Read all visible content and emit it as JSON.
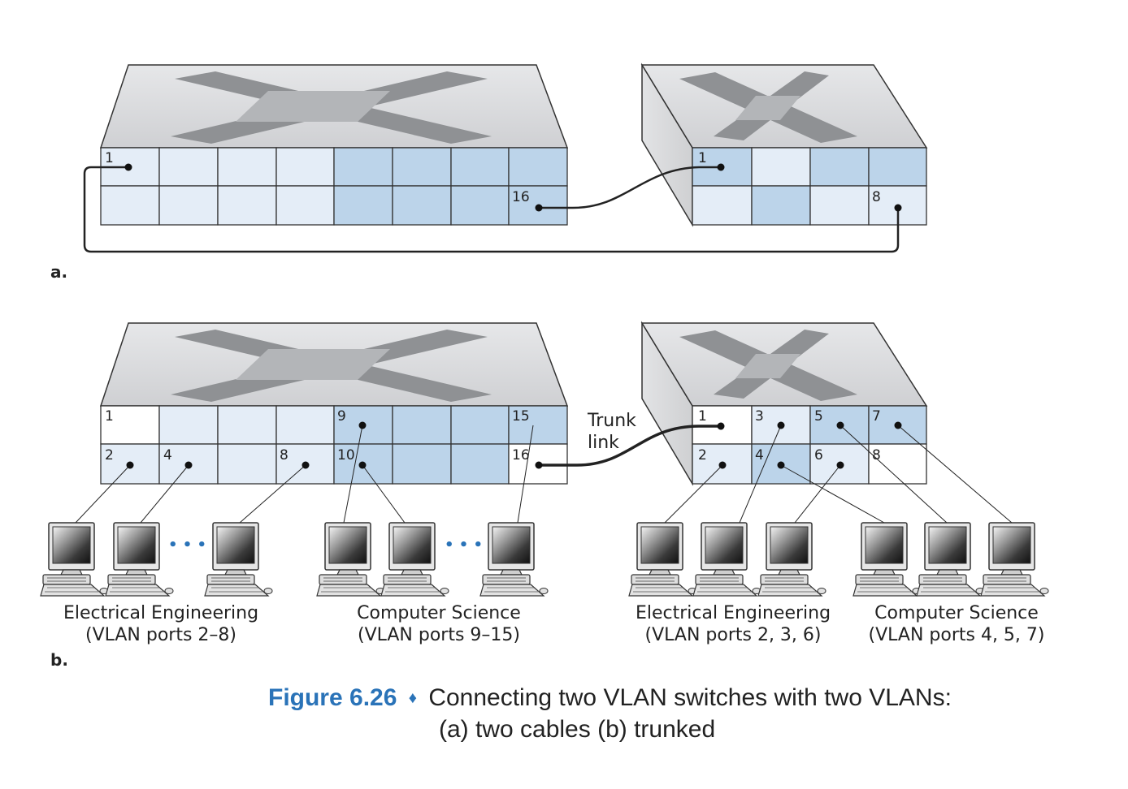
{
  "figure": {
    "number": "Figure 6.26",
    "separator": "♦",
    "caption_line1": "Connecting two VLAN switches with two VLANs:",
    "caption_line2": "(a) two cables (b) trunked"
  },
  "panel_a": {
    "label": "a.",
    "switch1_ports": [
      "1",
      "16"
    ],
    "switch2_ports": [
      "1",
      "8"
    ]
  },
  "panel_b": {
    "label": "b.",
    "switch1_ports": [
      "1",
      "2",
      "4",
      "8",
      "9",
      "10",
      "15",
      "16"
    ],
    "switch2_ports": [
      "1",
      "3",
      "5",
      "7",
      "2",
      "4",
      "6",
      "8"
    ],
    "trunk_label_line1": "Trunk",
    "trunk_label_line2": "link",
    "ellipsis": "• • •",
    "groups": [
      {
        "line1": "Electrical Engineering",
        "line2": "(VLAN ports 2–8)"
      },
      {
        "line1": "Computer Science",
        "line2": "(VLAN ports 9–15)"
      },
      {
        "line1": "Electrical Engineering",
        "line2": "(VLAN ports 2, 3, 6)"
      },
      {
        "line1": "Computer Science",
        "line2": "(VLAN ports 4, 5, 7)"
      }
    ]
  },
  "colors": {
    "ee_port": "#e4edf7",
    "cs_port": "#bcd4ea",
    "trunk_port": "#ffffff",
    "switch_top": "#d9dadc",
    "x_dark": "#8e9093",
    "x_light": "#b3b5b8",
    "cable": "#222222",
    "caption_accent": "#2a73b8"
  }
}
